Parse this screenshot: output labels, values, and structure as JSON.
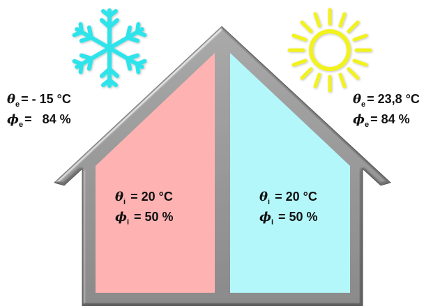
{
  "colors": {
    "house_frame": "#6f6f6f",
    "room_left": "#ffb2b2",
    "room_right": "#b4f7fb",
    "snowflake": "#2fe4ea",
    "sun": "#f2f21a"
  },
  "icons": {
    "winter": "snowflake-icon",
    "summer": "sun-icon"
  },
  "exterior_winter": {
    "theta_symbol": "θ",
    "theta_sub": "e",
    "theta_value": "= - 15 °C",
    "phi_symbol": "ϕ",
    "phi_sub": "e",
    "phi_value": "=   84 %"
  },
  "exterior_summer": {
    "theta_symbol": "θ",
    "theta_sub": "e",
    "theta_value": "= 23,8 °C",
    "phi_symbol": "ϕ",
    "phi_sub": "e",
    "phi_value": "= 84 %"
  },
  "room_left": {
    "theta_symbol": "θ",
    "theta_sub": "i",
    "theta_value": " = 20 °C",
    "phi_symbol": "ϕ",
    "phi_sub": "i",
    "phi_value": " = 50 %"
  },
  "room_right": {
    "theta_symbol": "θ",
    "theta_sub": "i",
    "theta_value": " = 20 °C",
    "phi_symbol": "ϕ",
    "phi_sub": "i",
    "phi_value": " = 50 %"
  }
}
